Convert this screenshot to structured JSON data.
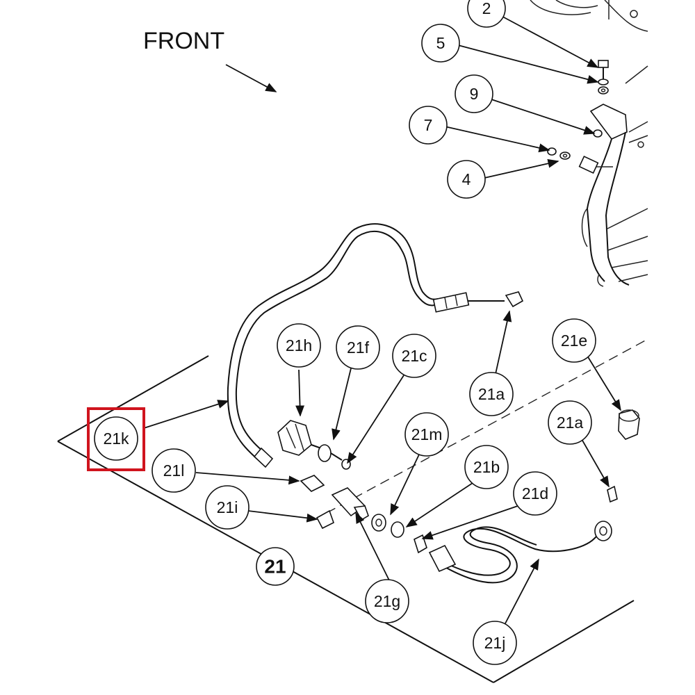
{
  "direction_label": "FRONT",
  "highlight_color": "#d0141e",
  "callouts": {
    "c2": "2",
    "c5": "5",
    "c9": "9",
    "c7": "7",
    "c4": "4",
    "c21h": "21h",
    "c21f": "21f",
    "c21c": "21c",
    "c21a_top": "21a",
    "c21e": "21e",
    "c21a_right": "21a",
    "c21m": "21m",
    "c21b": "21b",
    "c21d": "21d",
    "c21k": "21k",
    "c21l": "21l",
    "c21i": "21i",
    "c21": "21",
    "c21g": "21g",
    "c21j": "21j"
  },
  "highlighted_callout": "21k"
}
